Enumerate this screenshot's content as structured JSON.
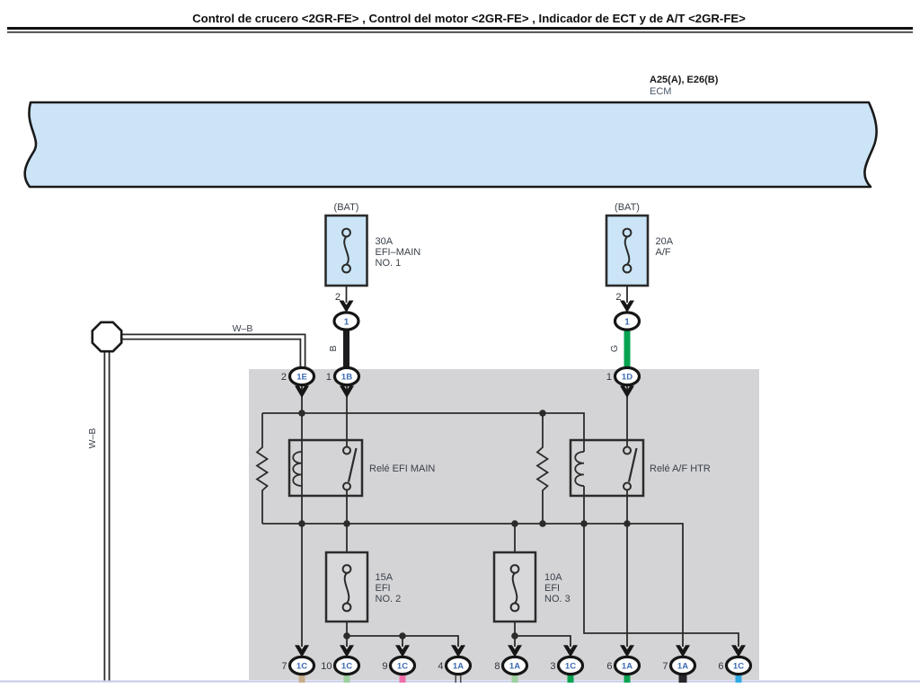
{
  "page": {
    "title": "Control de crucero <2GR-FE> , Control del motor <2GR-FE> , Indicador de ECT y de A/T <2GR-FE>"
  },
  "ecm": {
    "codes": "A25(A), E26(B)",
    "label": "ECM"
  },
  "top_fuses": [
    {
      "bat_label": "(BAT)",
      "rating": "30A",
      "name_line1": "EFI–MAIN",
      "name_line2": "NO. 1",
      "pin": "2",
      "terminal": "1",
      "wire_label": "B",
      "wire_color": "#1c1c1e"
    },
    {
      "bat_label": "(BAT)",
      "rating": "20A",
      "name_line1": "A/F",
      "pin": "2",
      "terminal": "1",
      "wire_label": "G",
      "wire_color": "#07a351"
    }
  ],
  "ground": {
    "h_label": "W–B",
    "v_label": "W–B"
  },
  "relay_box": {
    "top_connectors": [
      {
        "pin": "2",
        "code": "1E"
      },
      {
        "pin": "1",
        "code": "1B"
      },
      {
        "pin": "1",
        "code": "1D"
      }
    ],
    "relays": [
      {
        "name": "Relé EFI MAIN"
      },
      {
        "name": "Relé A/F HTR"
      }
    ],
    "fuses": [
      {
        "rating": "15A",
        "line2": "EFI",
        "line3": "NO. 2"
      },
      {
        "rating": "10A",
        "line2": "EFI",
        "line3": "NO. 3"
      }
    ],
    "bottom_connectors": [
      {
        "pin": "7",
        "code": "1C",
        "wire_color": "#c6ad8c"
      },
      {
        "pin": "10",
        "code": "1C",
        "wire_color": "#9fd0a0"
      },
      {
        "pin": "9",
        "code": "1C",
        "wire_color": "#f06fa9"
      },
      {
        "pin": "4",
        "code": "1A",
        "wire_color": "#ffffff"
      },
      {
        "pin": "8",
        "code": "1A",
        "wire_color": "#9fd0a0"
      },
      {
        "pin": "3",
        "code": "1C",
        "wire_color": "#09a350"
      },
      {
        "pin": "6",
        "code": "1A",
        "wire_color": "#09a350"
      },
      {
        "pin": "7",
        "code": "1A",
        "wire_color": "#26262a"
      },
      {
        "pin": "6",
        "code": "1C",
        "wire_color": "#2fa9e1"
      }
    ]
  },
  "colors": {
    "band_fill": "#cbe5f7",
    "panel_gray": "#d4d4d6",
    "fuse_inner_gray": "#d8d8da",
    "line": "#2b2b2b",
    "code_blue": "#3e6cb3",
    "bottom_rule": "#c8cee8"
  }
}
